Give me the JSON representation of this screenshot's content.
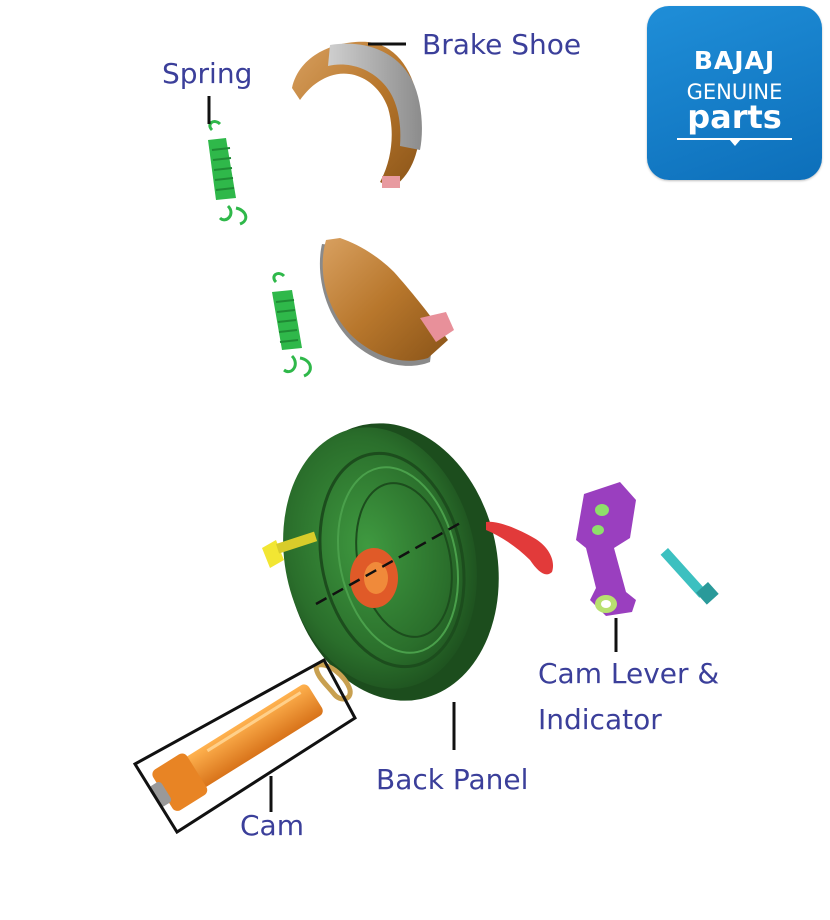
{
  "labels": {
    "brake_shoe": "Brake Shoe",
    "spring": "Spring",
    "cam_lever": "Cam Lever &",
    "indicator": "Indicator",
    "back_panel": "Back Panel",
    "cam": "Cam"
  },
  "logo": {
    "brand": "BAJAJ",
    "line1": "GENUINE",
    "line2": "parts"
  },
  "colors": {
    "label_text": "#3b3f9a",
    "logo_blue": "#1a86d0",
    "shoe_bronze": "#b8772c",
    "shoe_lining": "#a9a9a9",
    "spring_green": "#2fb84a",
    "panel_green": "#2e7a2f",
    "lever_purple": "#9a3fbf",
    "cam_orange": "#f0902a",
    "pin_red": "#e23a3a",
    "bolt_teal": "#3cc0c0",
    "pin_yellow": "#f2e633"
  }
}
